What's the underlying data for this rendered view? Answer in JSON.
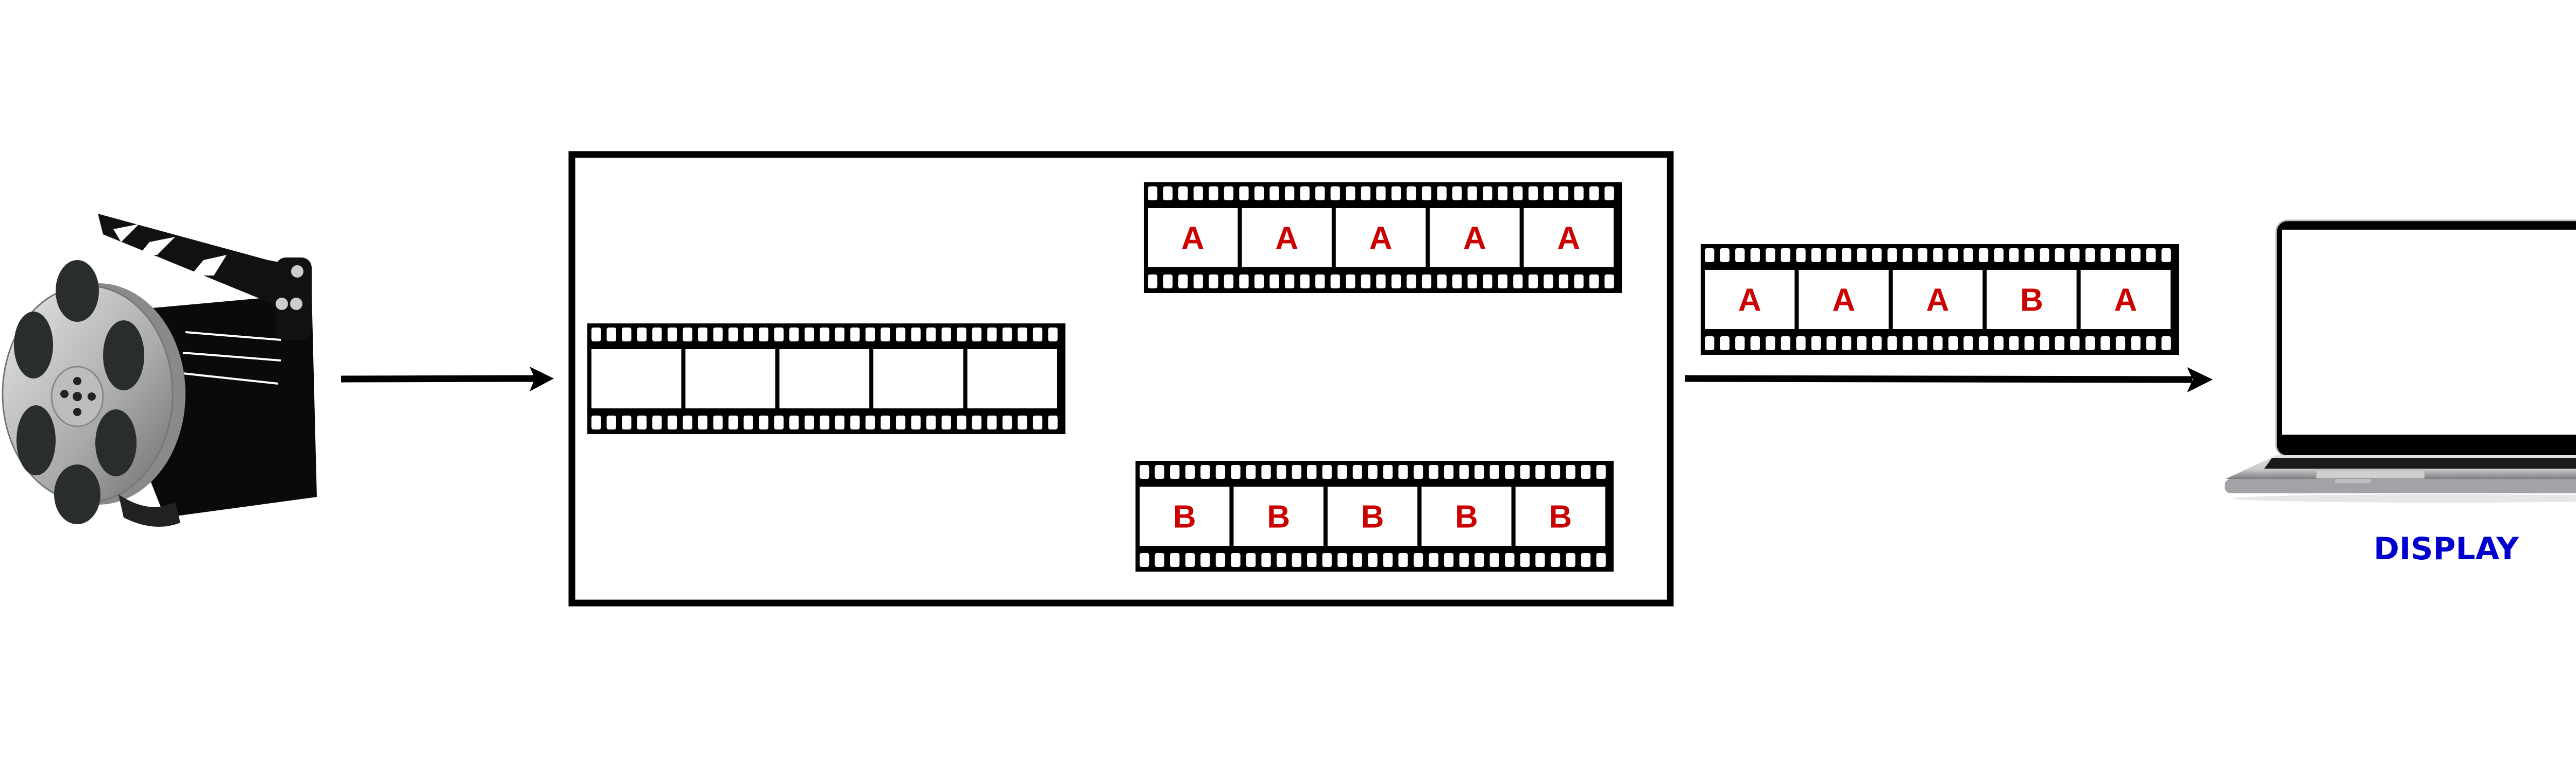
{
  "colors": {
    "frame_letter": "#cc0000",
    "display_label": "#0000cc",
    "stroke": "#000000"
  },
  "source": {
    "icon": "film-reel-clapperboard-icon"
  },
  "processor": {
    "input_strip": {
      "frames": [
        "",
        "",
        "",
        "",
        ""
      ]
    },
    "strip_a": {
      "frames": [
        "A",
        "A",
        "A",
        "A",
        "A"
      ]
    },
    "strip_b": {
      "frames": [
        "B",
        "B",
        "B",
        "B",
        "B"
      ]
    }
  },
  "output_strip": {
    "frames": [
      "A",
      "A",
      "A",
      "B",
      "A"
    ]
  },
  "display": {
    "icon": "laptop-icon",
    "label": "DISPLAY"
  }
}
